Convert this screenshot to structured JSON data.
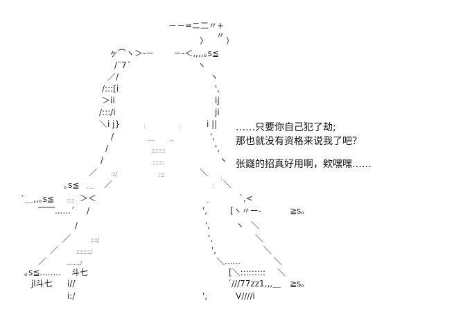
{
  "dialogue": [
    "……只要你自己犯了劫;",
    "那也就没有资格来说我了吧？",
    "张嶷的招真好用啊，欸嘿嘿……"
  ],
  "art": [
    "－－=ニ二〃+",
    "〃",
    "〉",
    "）",
    "ヶ⌒ヽ＞-－",
    "－-＜,,,,｡s≦",
    "/¨7´",
    "ヽ",
    "／/",
    "ヽ",
    "/:::[i",
    "',",
    "＞ii",
    "ij",
    "/:::/i",
    "ji",
    "＼i j}",
    ":",
    ":",
    "i ||",
    "/",
    "......",
    "...",
    "',",
    "/",
    "::::::::::",
    "',",
    "/",
    "::::::::",
    "ヽ",
    "／",
    ":::/",
    "::::",
    "＼",
    ":",
    "｡s≦",
    "......",
    "／",
    ":",
    "＼",
    "`＿,,｡s≦",
    "::::::",
    "＞＜",
    "....",
    "`,<",
    "‾‾‾‾......´",
    "/",
    "',",
    "[ヽ〃ー-",
    "≧s｡",
    "/",
    "',",
    "ヽ",
    "＼",
    "／",
    ":::::/",
    "',",
    "＼",
    "／",
    "::::::::::/",
    "',",
    "＼",
    "／",
    "..........:/",
    "＼......",
    "＼",
    "｡s≦........",
    "斗七",
    "[＼:::::::::",
    "＼",
    "jl斗七",
    "i//",
    "´///77zz1,,,＿",
    "≧s｡",
    "i:/",
    "',",
    "V////i"
  ]
}
